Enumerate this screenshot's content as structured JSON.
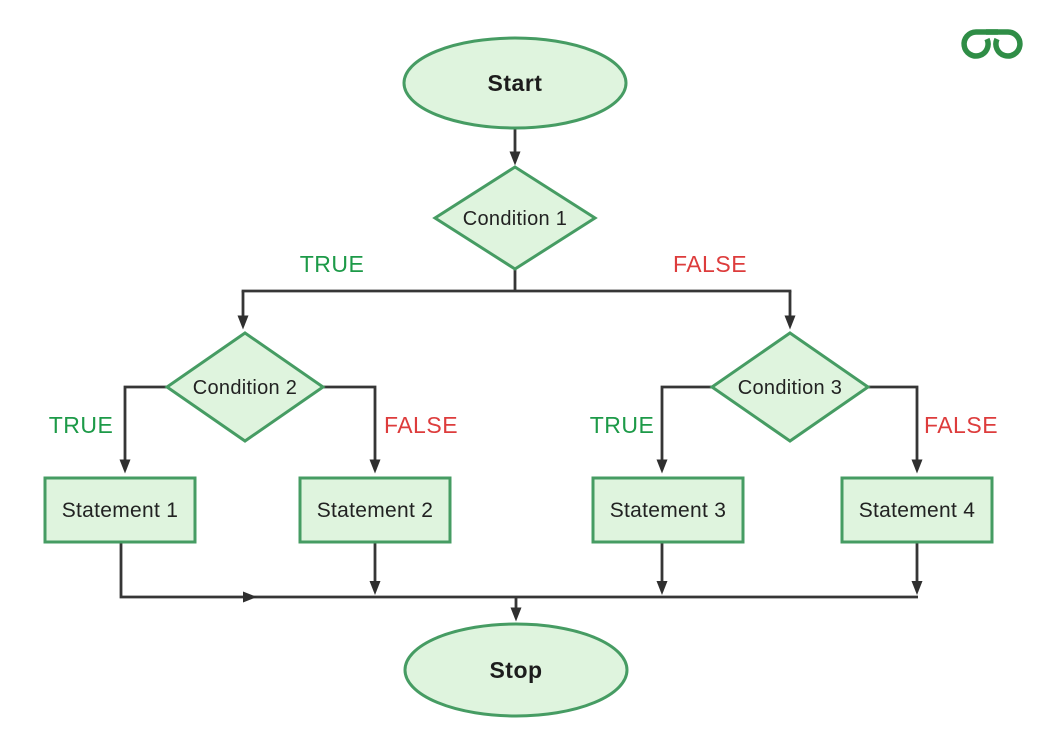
{
  "palette": {
    "background": "#ffffff",
    "node_fill": "#dff4de",
    "node_stroke": "#469c63",
    "connector_color": "#363636",
    "true_label_color": "#1d9a48",
    "false_label_color": "#dd3c3c",
    "node_text_color": "#1c1c1c",
    "logo_color": "#2f8d46"
  },
  "flowchart": {
    "start_label": "Start",
    "stop_label": "Stop",
    "condition1_label": "Condition 1",
    "condition2_label": "Condition 2",
    "condition3_label": "Condition 3",
    "statement1_label": "Statement 1",
    "statement2_label": "Statement 2",
    "statement3_label": "Statement 3",
    "statement4_label": "Statement 4",
    "true_label": "TRUE",
    "false_label": "FALSE"
  }
}
